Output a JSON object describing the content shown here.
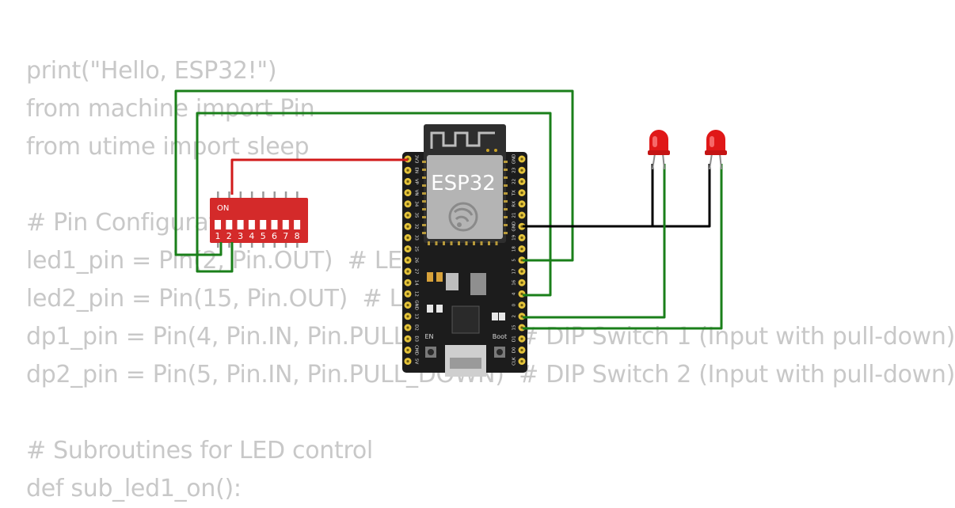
{
  "code_lines": [
    "print(\"Hello, ESP32!\")",
    "from machine import Pin",
    "from utime import sleep",
    "",
    "# Pin Configuration",
    "led1_pin = Pin(2, Pin.OUT)  # LED 1",
    "led2_pin = Pin(15, Pin.OUT)  # LED 2",
    "dp1_pin = Pin(4, Pin.IN, Pin.PULL_DOWN)  # DIP Switch 1 (Input with pull-down)",
    "dp2_pin = Pin(5, Pin.IN, Pin.PULL_DOWN)  # DIP Switch 2 (Input with pull-down)",
    "",
    "# Subroutines for LED control",
    "def sub_led1_on():"
  ],
  "esp32": {
    "chip_label": "ESP32",
    "left_pins": [
      "3V3",
      "EN",
      "VP",
      "VN",
      "34",
      "35",
      "32",
      "33",
      "25",
      "26",
      "27",
      "14",
      "12",
      "GND",
      "13",
      "D2",
      "D3",
      "CMD",
      "5V"
    ],
    "right_pins": [
      "GND",
      "23",
      "22",
      "TX",
      "RX",
      "21",
      "GND",
      "19",
      "18",
      "5",
      "17",
      "16",
      "4",
      "0",
      "2",
      "15",
      "D1",
      "D0",
      "CLK"
    ],
    "button_en": "EN",
    "button_boot": "Boot"
  },
  "dip_switch": {
    "on_label": "ON",
    "numbers": [
      "1",
      "2",
      "3",
      "4",
      "5",
      "6",
      "7",
      "8"
    ]
  },
  "colors": {
    "wire_green": "#1a7f1a",
    "wire_red": "#d11a1a",
    "wire_black": "#000000",
    "board_black": "#1c1c1c",
    "dip_red": "#d42a2a",
    "led_red": "#e01818",
    "code_gray": "#c8c8c8"
  },
  "icons": [
    "espressif-logo-icon",
    "wifi-antenna-icon",
    "usb-port-icon"
  ]
}
